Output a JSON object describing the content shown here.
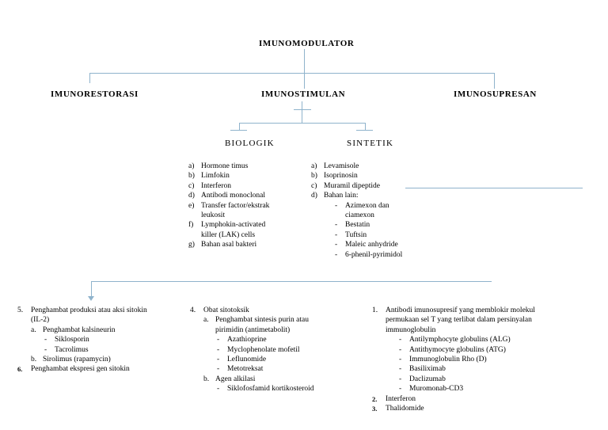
{
  "diagram": {
    "title": "IMUNOMODULATOR",
    "branches": [
      {
        "label": "IMUNORESTORASI"
      },
      {
        "label": "IMUNOSTIMULAN"
      },
      {
        "label": "IMUNOSUPRESAN"
      }
    ],
    "subheadings": [
      {
        "label": "BIOLOGIK"
      },
      {
        "label": "SINTETIK"
      }
    ],
    "biologik": {
      "items": [
        {
          "marker": "a)",
          "text": "Hormone timus"
        },
        {
          "marker": "b)",
          "text": "Limfokin"
        },
        {
          "marker": "c)",
          "text": "Interferon"
        },
        {
          "marker": "d)",
          "text": "Antibodi monoclonal"
        },
        {
          "marker": "e)",
          "text": "Transfer factor/ekstrak"
        },
        {
          "marker": "",
          "text": "leukosit"
        },
        {
          "marker": "f)",
          "text": "Lymphokin-activated"
        },
        {
          "marker": "",
          "text": "killer (LAK) cells"
        },
        {
          "marker": "g)",
          "text": "Bahan asal bakteri"
        }
      ]
    },
    "sintetik": {
      "items": [
        {
          "marker": "a)",
          "text": "Levamisole"
        },
        {
          "marker": "b)",
          "text": "Isoprinosin"
        },
        {
          "marker": "c)",
          "text": "Muramil dipeptide"
        },
        {
          "marker": "d)",
          "text": "Bahan lain:"
        }
      ],
      "sub_items": [
        {
          "marker": "-",
          "text": "Azimexon dan"
        },
        {
          "marker": "",
          "text": "ciamexon"
        },
        {
          "marker": "-",
          "text": "Bestatin"
        },
        {
          "marker": "-",
          "text": "Tuftsin"
        },
        {
          "marker": "-",
          "text": "Maleic anhydride"
        },
        {
          "marker": "-",
          "text": "6-phenil-pyrimidol"
        }
      ]
    },
    "bottom_left": {
      "lines": [
        {
          "marker": "5.",
          "text": "Penghambat produksi atau aksi sitokin",
          "style": "num",
          "indent": 0
        },
        {
          "marker": "",
          "text": "(IL-2)",
          "style": "cont",
          "indent": 0
        },
        {
          "marker": "a.",
          "text": "Penghambat kalsineurin",
          "style": "let",
          "indent": 1
        },
        {
          "marker": "-",
          "text": "Siklosporin",
          "style": "dash",
          "indent": 2
        },
        {
          "marker": "-",
          "text": "Tacrolimus",
          "style": "dash",
          "indent": 2
        },
        {
          "marker": "b.",
          "text": "Sirolimus (rapamycin)",
          "style": "let",
          "indent": 1
        },
        {
          "marker": "6.",
          "text": "Penghambat ekspresi gen sitokin",
          "style": "num-bold",
          "indent": 0
        }
      ]
    },
    "bottom_middle": {
      "lines": [
        {
          "marker": "4.",
          "text": "Obat sitotoksik",
          "style": "num",
          "indent": 0
        },
        {
          "marker": "a.",
          "text": "Penghambat sintesis purin atau",
          "style": "let",
          "indent": 1
        },
        {
          "marker": "",
          "text": "pirimidin (antimetabolit)",
          "style": "cont2",
          "indent": 1
        },
        {
          "marker": "-",
          "text": "Azathioprine",
          "style": "dash",
          "indent": 2
        },
        {
          "marker": "-",
          "text": "Myclophenolate mofetil",
          "style": "dash",
          "indent": 2
        },
        {
          "marker": "-",
          "text": "Leflunomide",
          "style": "dash",
          "indent": 2
        },
        {
          "marker": "-",
          "text": "Metotreksat",
          "style": "dash",
          "indent": 2
        },
        {
          "marker": "b.",
          "text": "Agen alkilasi",
          "style": "let",
          "indent": 1
        },
        {
          "marker": "-",
          "text": "Siklofosfamid kortikosteroid",
          "style": "dash",
          "indent": 2
        }
      ]
    },
    "bottom_right": {
      "lines": [
        {
          "marker": "1.",
          "text": "Antibodi imunosupresif yang memblokir molekul",
          "style": "num",
          "indent": 0
        },
        {
          "marker": "",
          "text": "permukaan sel T yang terlibat dalam persinyalan",
          "style": "cont",
          "indent": 0
        },
        {
          "marker": "",
          "text": "immunoglobulin",
          "style": "cont",
          "indent": 0
        },
        {
          "marker": "-",
          "text": "Antilymphocyte globulins (ALG)",
          "style": "dash",
          "indent": 1
        },
        {
          "marker": "-",
          "text": "Antithymocyte globulins (ATG)",
          "style": "dash",
          "indent": 1
        },
        {
          "marker": "-",
          "text": "Immunoglobulin Rho (D)",
          "style": "dash",
          "indent": 1
        },
        {
          "marker": "-",
          "text": "Basiliximab",
          "style": "dash",
          "indent": 1
        },
        {
          "marker": "-",
          "text": "Daclizumab",
          "style": "dash",
          "indent": 1
        },
        {
          "marker": "-",
          "text": "Muromonab-CD3",
          "style": "dash",
          "indent": 1
        },
        {
          "marker": "2.",
          "text": "Interferon",
          "style": "num-bold",
          "indent": 0
        },
        {
          "marker": "3.",
          "text": "Thalidomide",
          "style": "num-bold",
          "indent": 0
        }
      ]
    },
    "colors": {
      "connector": "#8FB3CC",
      "text": "#000000",
      "background": "#FFFFFF"
    }
  }
}
